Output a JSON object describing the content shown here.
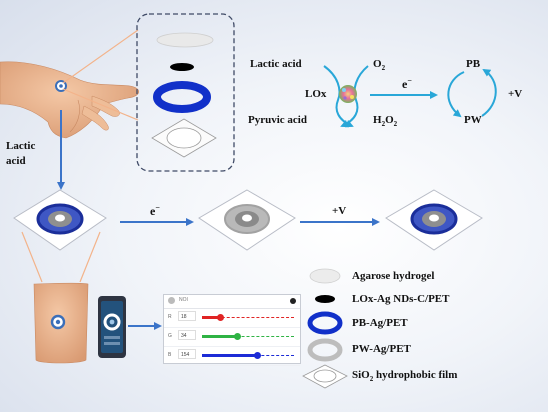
{
  "side_label": {
    "line1": "Lactic",
    "line2": "acid"
  },
  "reaction": {
    "reactant_top": "Lactic acid",
    "o2_base": "O",
    "o2_sub": "2",
    "enzyme": "LOx",
    "product_bottom": "Pyruvic acid",
    "h2o2_a": "H",
    "h2o2_sub1": "2",
    "h2o2_b": "O",
    "h2o2_sub2": "2",
    "electron_base": "e",
    "electron_sup": "−"
  },
  "cycle": {
    "top": "PB",
    "bottom": "PW",
    "voltage": "+V"
  },
  "flow": {
    "electron_base": "e",
    "electron_sup": "−",
    "voltage": "+V"
  },
  "legend": {
    "agarose": "Agarose hydrogel",
    "lox": "LOx-Ag NDs-C/PET",
    "pb": "PB-Ag/PET",
    "pw": "PW-Ag/PET",
    "sio2_a": "SiO",
    "sio2_sub": "2",
    "sio2_b": " hydrophobic film"
  },
  "app": {
    "header": "NOI",
    "rows": [
      {
        "label": "R",
        "value": "18",
        "color": "#e02424",
        "level": 0.2
      },
      {
        "label": "G",
        "value": "34",
        "color": "#2fb344",
        "level": 0.38
      },
      {
        "label": "B",
        "value": "154",
        "color": "#1c2bd6",
        "level": 0.6
      }
    ]
  },
  "colors": {
    "pb_blue": "#1130c9",
    "pw_gray": "#bdbdbd",
    "arrow_blue": "#3b74c9",
    "reaction_cyan": "#29a7d8"
  }
}
